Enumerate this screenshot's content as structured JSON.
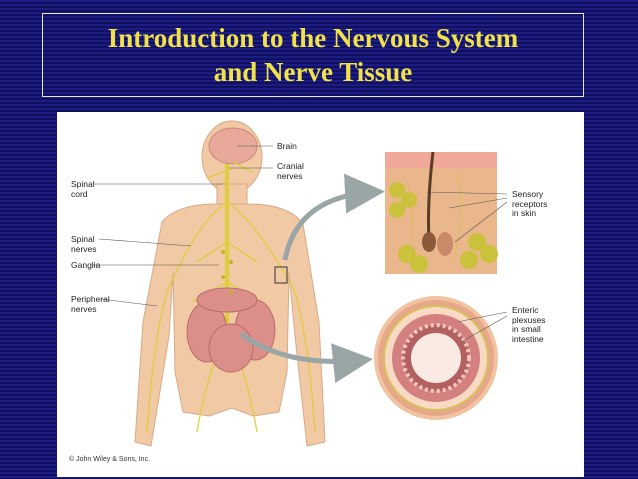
{
  "slide": {
    "title_line1": "Introduction to the Nervous System",
    "title_line2": "and Nerve Tissue"
  },
  "figure": {
    "labels": {
      "brain": "Brain",
      "cranial_nerves": "Cranial\nnerves",
      "spinal_cord": "Spinal\ncord",
      "spinal_nerves": "Spinal\nnerves",
      "ganglia": "Ganglia",
      "peripheral_nerves": "Peripheral\nnerves",
      "sensory_receptors": "Sensory\nreceptors\nin skin",
      "enteric_plexuses": "Enteric\nplexuses\nin small\nintestine"
    },
    "copyright": "© John Wiley & Sons, Inc."
  }
}
